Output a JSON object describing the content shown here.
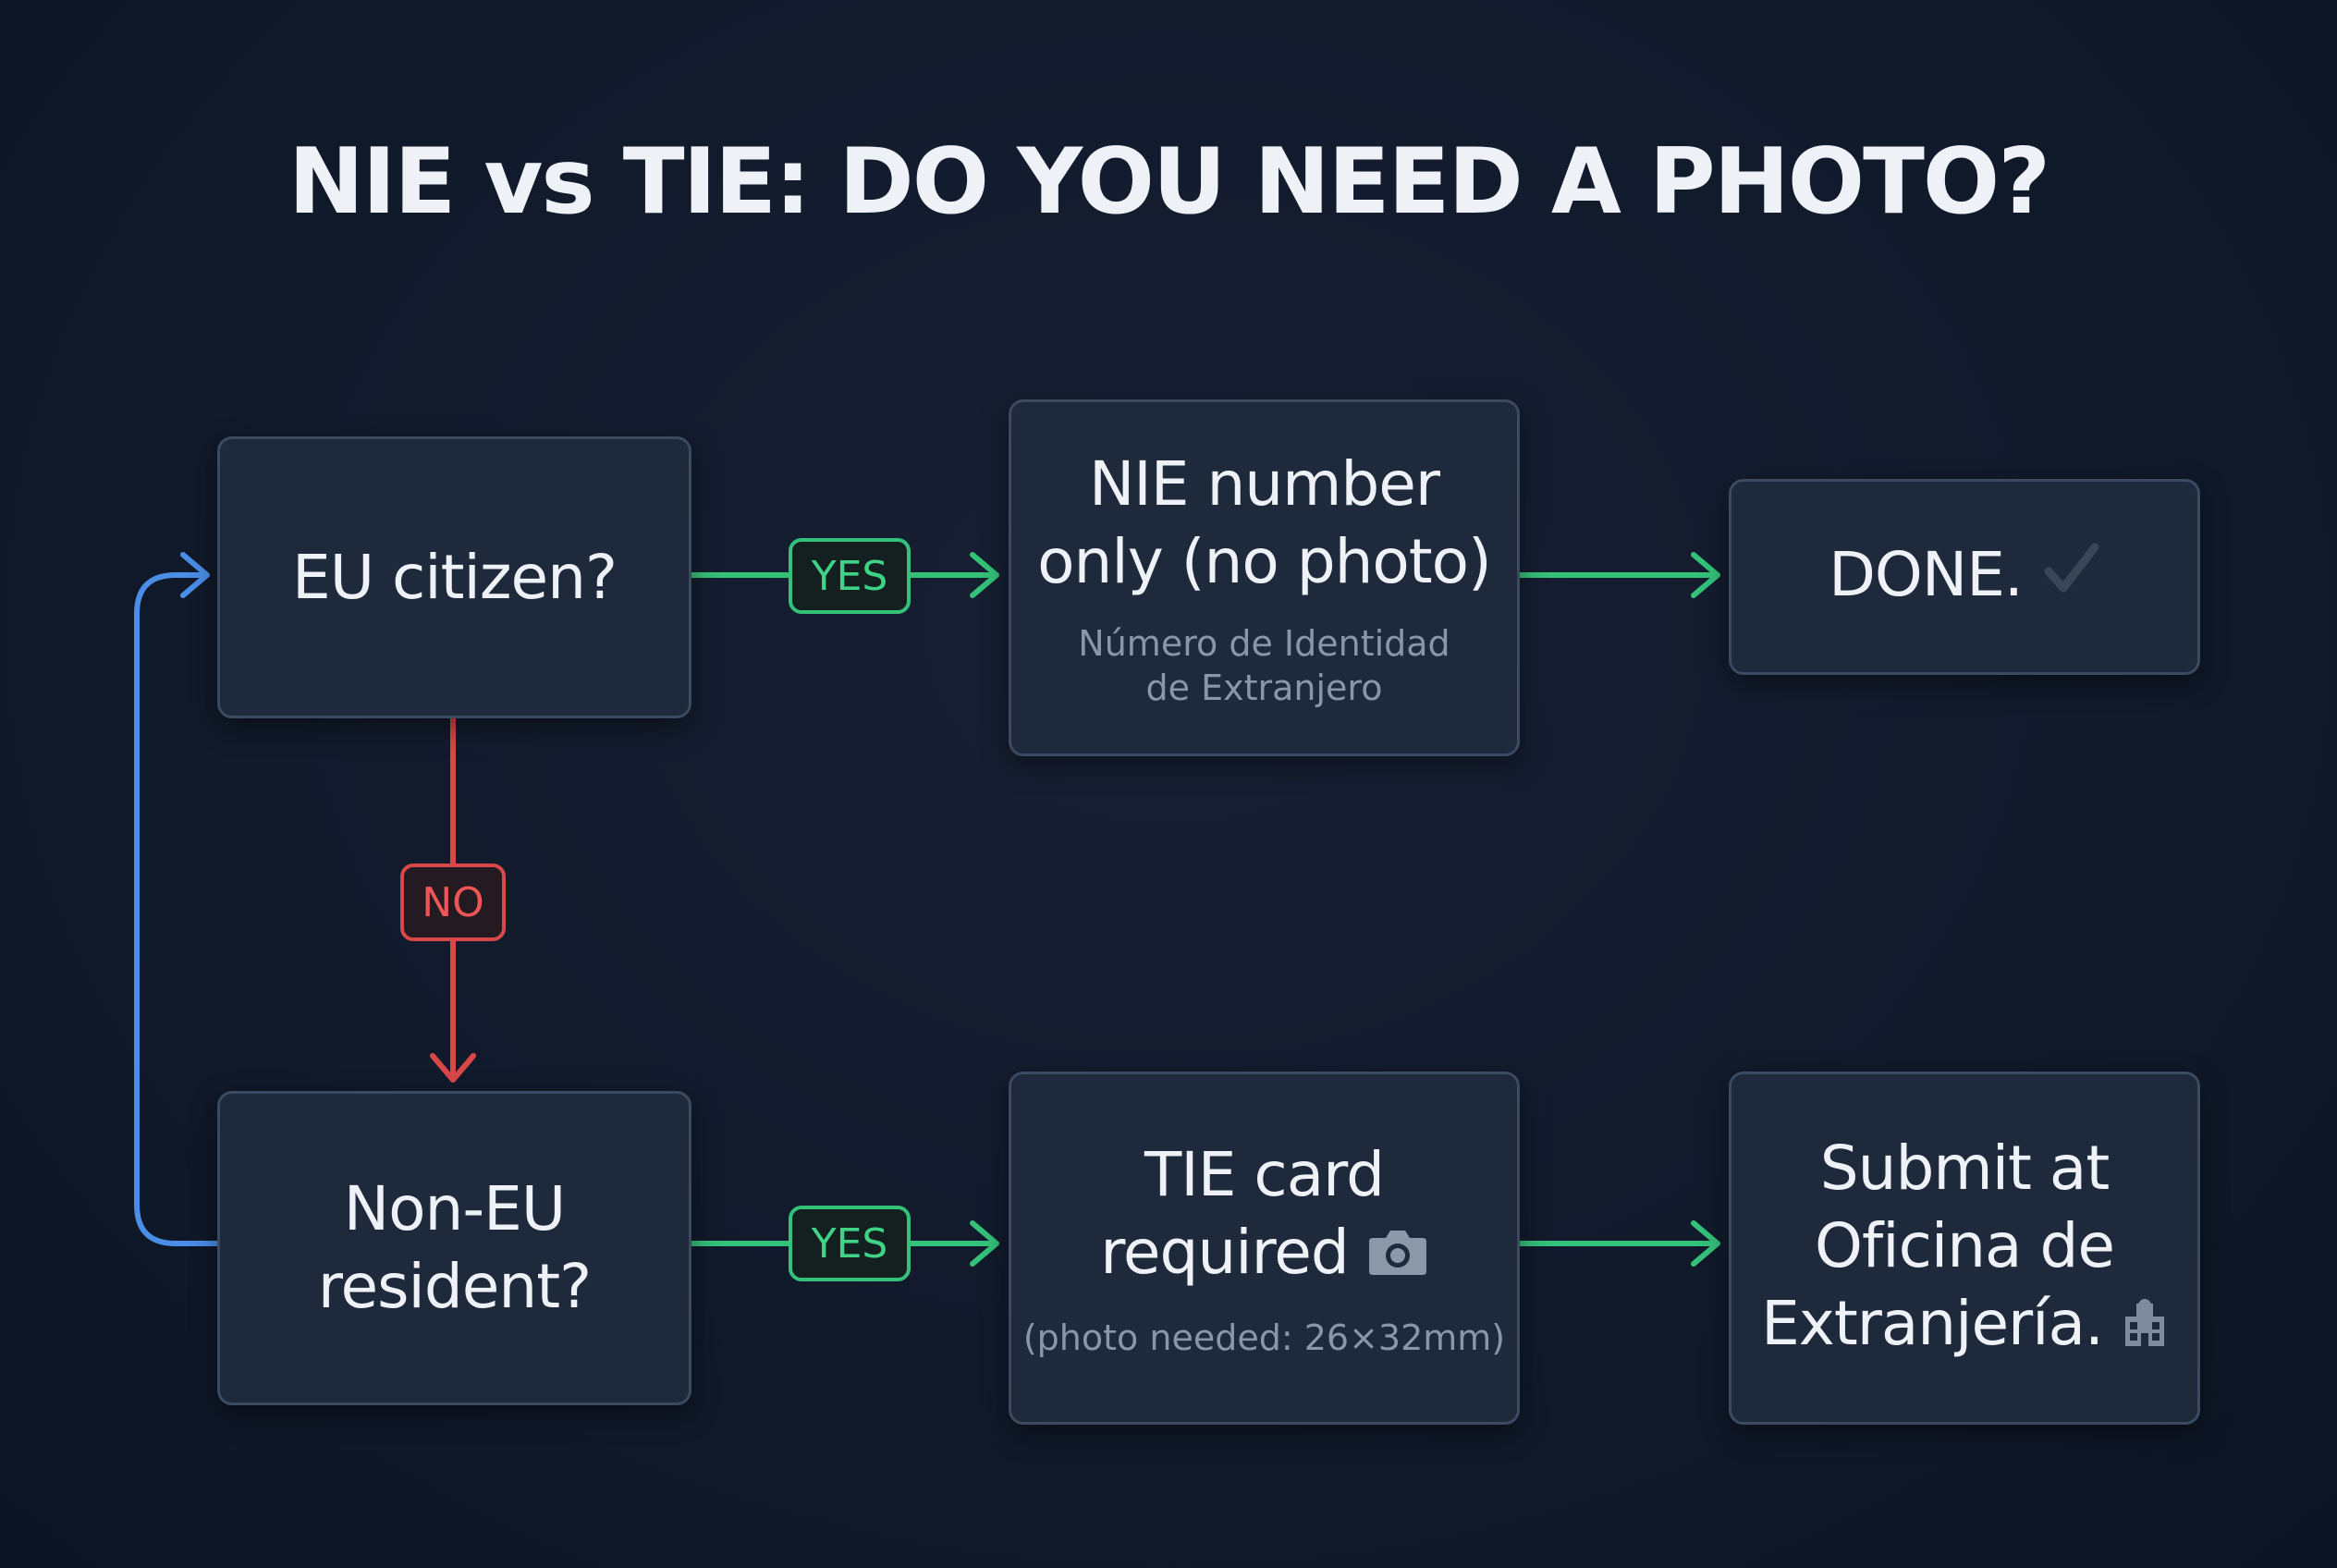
{
  "title": "NIE vs TIE: DO YOU NEED A PHOTO?",
  "colors": {
    "background": "#121a2a",
    "node_bg": "#1e293b",
    "node_border": "#3a4a60",
    "yes_green": "#34c27a",
    "no_red": "#d94848",
    "loop_blue": "#4a8ee8",
    "text_primary": "#eef1f6",
    "text_secondary": "#8a96a8"
  },
  "nodes": {
    "eu_citizen": {
      "label": "EU citizen?"
    },
    "nie": {
      "label_line1": "NIE number",
      "label_line2": "only (no photo)",
      "sub_line1": "Número de Identidad",
      "sub_line2": "de Extranjero"
    },
    "done": {
      "label": "DONE.",
      "icon": "check-icon"
    },
    "non_eu": {
      "label_line1": "Non-EU",
      "label_line2": "resident?"
    },
    "tie": {
      "label_line1": "TIE card",
      "label_line2": "required",
      "icon": "camera-icon",
      "sub": "(photo needed: 26×32mm)"
    },
    "submit": {
      "label_line1": "Submit at",
      "label_line2": "Oficina de",
      "label_line3": "Extranjería.",
      "icon": "office-building-icon"
    }
  },
  "edges": {
    "yes_label": "YES",
    "no_label": "NO"
  }
}
